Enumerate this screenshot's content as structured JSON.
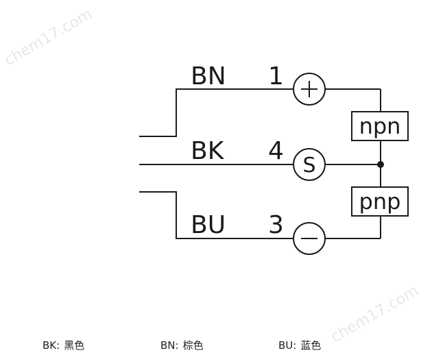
{
  "watermark": {
    "text": "chem17.com"
  },
  "wires": [
    {
      "id": "bn",
      "code": "BN",
      "pin": "1",
      "terminal": "plus-icon"
    },
    {
      "id": "bk",
      "code": "BK",
      "pin": "4",
      "terminal": "S"
    },
    {
      "id": "bu",
      "code": "BU",
      "pin": "3",
      "terminal": "minus-icon"
    }
  ],
  "outputs": [
    {
      "id": "npn",
      "label": "npn"
    },
    {
      "id": "pnp",
      "label": "pnp"
    }
  ],
  "legend": [
    {
      "code": "BK:",
      "color_name": "黑色"
    },
    {
      "code": "BN:",
      "color_name": "棕色"
    },
    {
      "code": "BU:",
      "color_name": "蓝色"
    }
  ],
  "colors": {
    "line": "#1a1a1a",
    "background": "#ffffff",
    "watermark": "#e8e8e8"
  }
}
